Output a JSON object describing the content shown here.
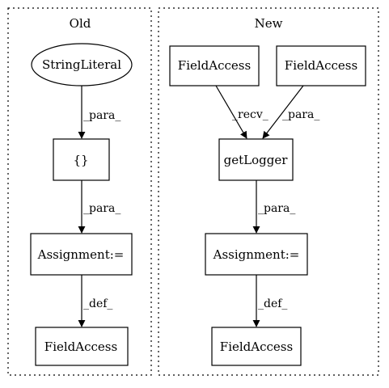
{
  "clusters": {
    "old": {
      "label": "Old"
    },
    "new": {
      "label": "New"
    }
  },
  "nodes": {
    "old_string_literal": "StringLiteral",
    "old_braces": "{}",
    "old_assignment": "Assignment:=",
    "old_field_access": "FieldAccess",
    "new_field_access_left": "FieldAccess",
    "new_field_access_right": "FieldAccess",
    "new_get_logger": "getLogger",
    "new_assignment": "Assignment:=",
    "new_field_access_bottom": "FieldAccess"
  },
  "edges": {
    "old_literal_to_braces": "_para_",
    "old_braces_to_assignment": "_para_",
    "old_assignment_to_field": "_def_",
    "new_left_to_getlogger": "_recv_",
    "new_right_to_getlogger": "_para_",
    "new_getlogger_to_assignment": "_para_",
    "new_assignment_to_field": "_def_"
  }
}
